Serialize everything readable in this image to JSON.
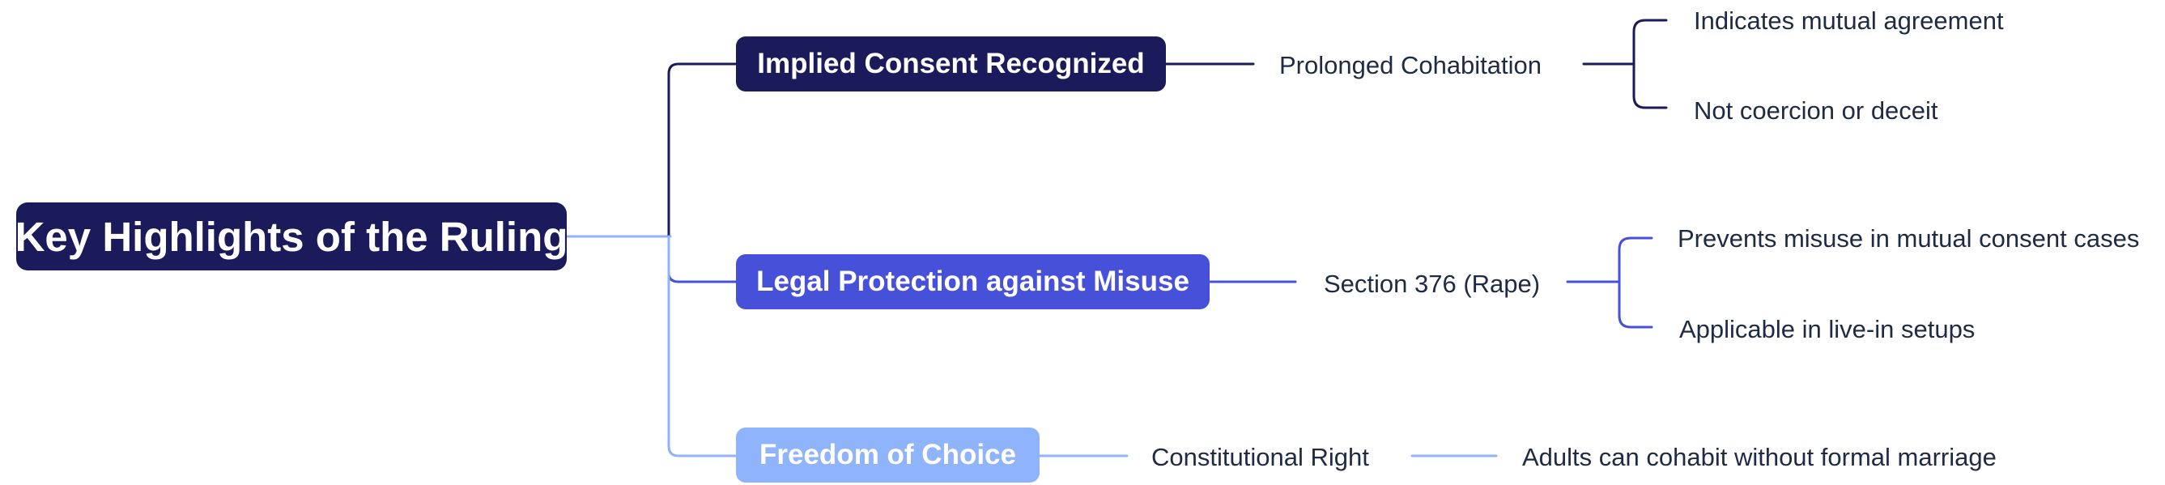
{
  "colors": {
    "root": "#1b1a5a",
    "branch_1": "#1b1a5a",
    "branch_2": "#4650d8",
    "branch_3": "#8fb4fb",
    "text": "#1f2a44"
  },
  "mindmap": {
    "root": "Key Highlights of the Ruling",
    "branches": [
      {
        "label": "Implied Consent Recognized",
        "child": "Prolonged Cohabitation",
        "leaves": [
          "Indicates mutual agreement",
          "Not coercion or deceit"
        ]
      },
      {
        "label": "Legal Protection against Misuse",
        "child": "Section 376 (Rape)",
        "leaves": [
          "Prevents misuse in mutual consent cases",
          "Applicable in live-in setups"
        ]
      },
      {
        "label": "Freedom of Choice",
        "child": "Constitutional Right",
        "leaves": [
          "Adults can cohabit without formal marriage"
        ]
      }
    ]
  }
}
